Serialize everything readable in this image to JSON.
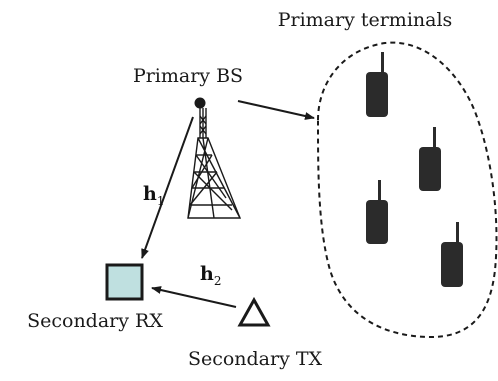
{
  "labels": {
    "primary_terminals": "Primary terminals",
    "primary_bs": "Primary BS",
    "secondary_rx": "Secondary RX",
    "secondary_tx": "Secondary TX"
  },
  "channels": {
    "h1": {
      "symbol": "h",
      "subscript": "1"
    },
    "h2": {
      "symbol": "h",
      "subscript": "2"
    }
  },
  "colors": {
    "ink": "#1a1a1a",
    "terminal": "#2b2b2b",
    "secondary_rx_fill": "#bfe0e0"
  },
  "icons": {
    "primary_bs": "cell-tower-icon",
    "primary_terminal": "mobile-phone-icon",
    "secondary_rx": "square-node-icon",
    "secondary_tx": "triangle-node-icon"
  }
}
